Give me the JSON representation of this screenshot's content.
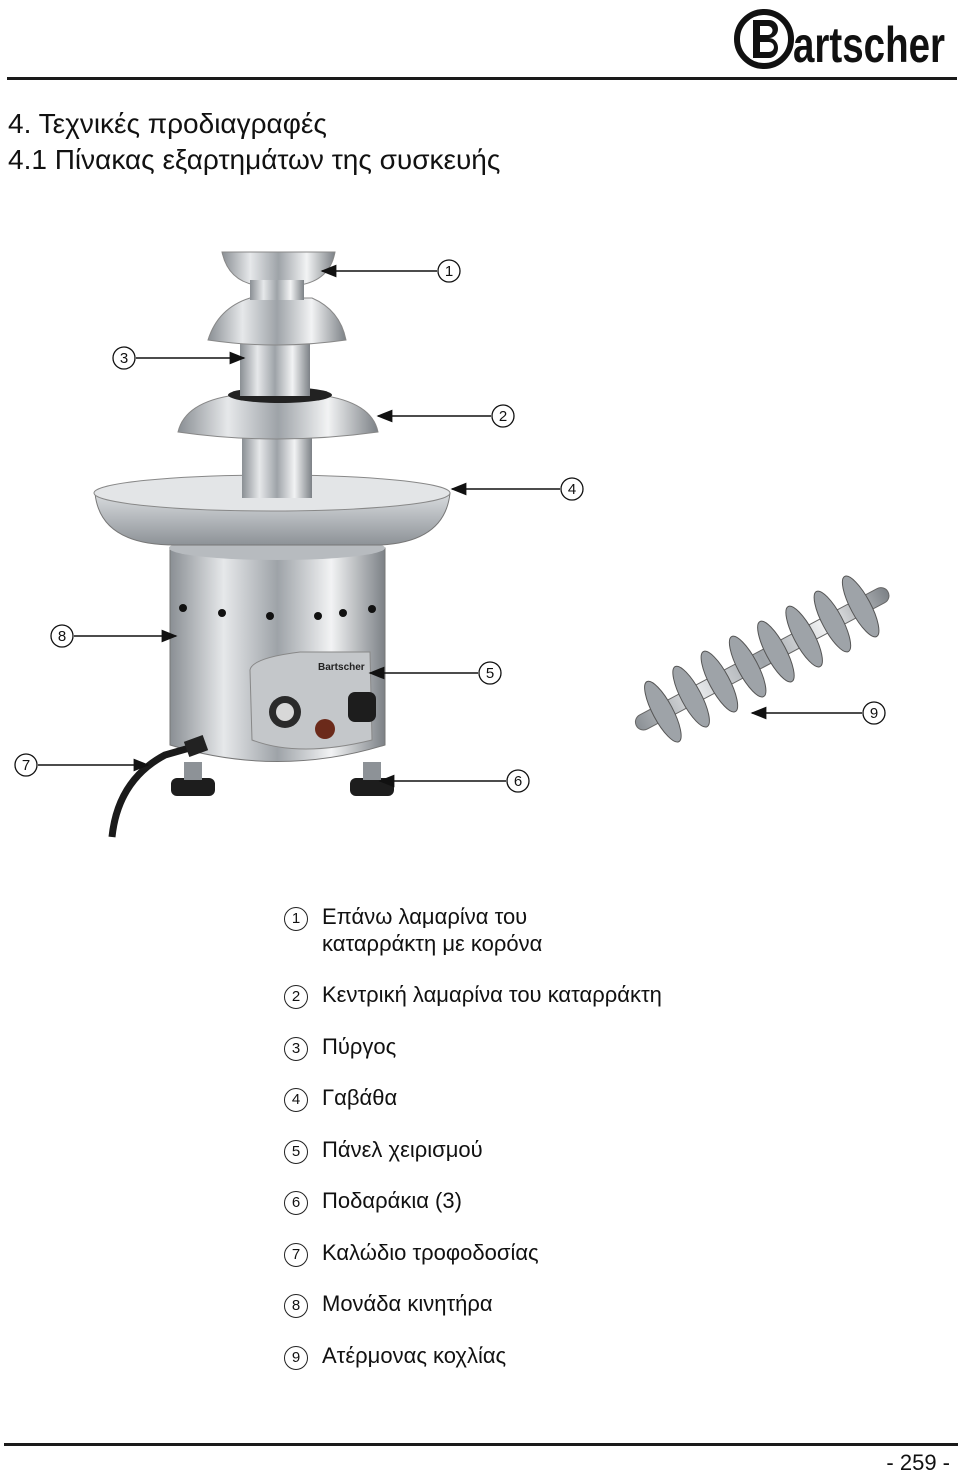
{
  "header": {
    "logo_text": "Bartscher"
  },
  "title": "4. Τεχνικές προδιαγραφές",
  "subtitle": "4.1 Πίνακας εξαρτημάτων της συσκευής",
  "callouts": [
    "1",
    "2",
    "3",
    "4",
    "5",
    "6",
    "7",
    "8",
    "9"
  ],
  "legend": [
    {
      "num": "1",
      "text": "Επάνω λαμαρίνα του\nκαταρράκτη με κορόνα"
    },
    {
      "num": "2",
      "text": "Κεντρική λαμαρίνα του καταρράκτη"
    },
    {
      "num": "3",
      "text": "Πύργος"
    },
    {
      "num": "4",
      "text": "Γαβάθα"
    },
    {
      "num": "5",
      "text": "Πάνελ χειρισμού"
    },
    {
      "num": "6",
      "text": "Ποδαράκια (3)"
    },
    {
      "num": "7",
      "text": "Καλώδιο τροφοδοσίας"
    },
    {
      "num": "8",
      "text": "Μονάδα κινητήρα"
    },
    {
      "num": "9",
      "text": "Ατέρμονας κοχλίας"
    }
  ],
  "footer": {
    "page_number": "- 259 -"
  }
}
